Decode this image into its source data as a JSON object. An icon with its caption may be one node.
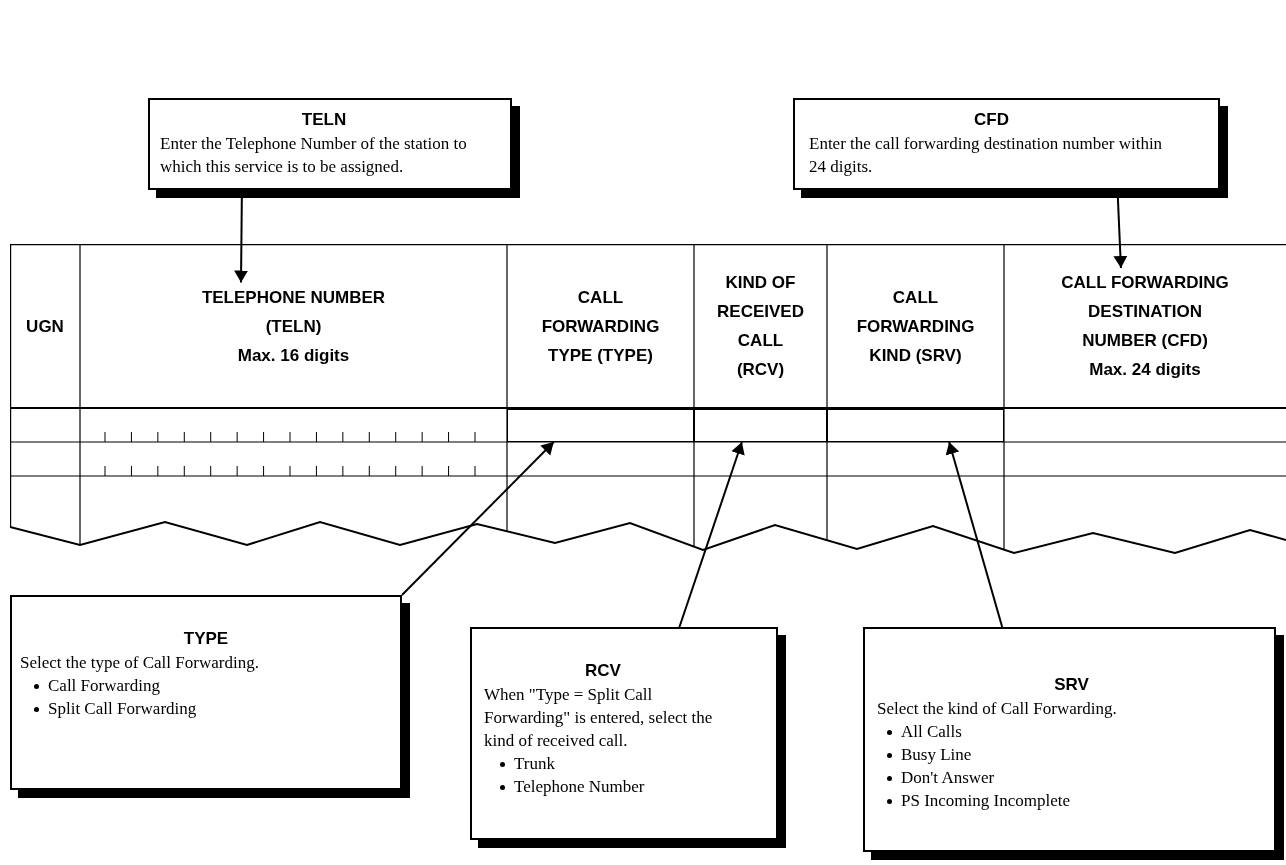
{
  "diagram": {
    "nodes": [
      {
        "text": [
          "TELN",
          "Enter the Telephone Number of the station to which this service is to be assigned."
        ]
      },
      {
        "text": [
          "CFD",
          "Enter the call forwarding destination number within 24 digits."
        ]
      },
      {
        "text": [],
        "shape": "box"
      },
      {
        "text": [
          "UGN"
        ],
        "in": 2
      },
      {
        "text": [
          "TELEPHONE NUMBER (TELN)",
          "Max. 16 digits"
        ],
        "in": 2
      },
      {
        "text": [
          "CALL FORWARDING TYPE (TYPE)"
        ],
        "in": 2
      },
      {
        "text": [
          "KIND OF RECEIVED CALL (RCV)"
        ],
        "in": 2
      },
      {
        "text": [
          "CALL FORWARDING KIND (SRV)"
        ],
        "in": 2
      },
      {
        "text": [
          "CALL FORWARDING DESTINATION NUMBER (CFD)",
          "Max. 24 digits"
        ],
        "in": 2
      },
      {
        "text": [],
        "shape": "box",
        "in": 2
      },
      {
        "text": [],
        "shape": "box",
        "in": 2
      },
      {
        "text": [],
        "shape": "box",
        "in": 2
      },
      {
        "text": [
          "TYPE",
          "Select the type of Call Forwarding.",
          "Call Forwarding",
          "Split Call Forwarding"
        ]
      },
      {
        "text": [
          "RCV",
          "When \"Type = Split Call Forwarding\" is entered, select the kind of received call.",
          "Trunk",
          "Telephone Number"
        ]
      },
      {
        "text": [
          "SRV",
          "Select the kind of Call Forwarding.",
          "All Calls",
          "Busy Line",
          "Don't Answer",
          "PS Incoming Incomplete"
        ]
      }
    ],
    "edges": [
      {
        "from": 0,
        "to": 4,
        "arrow": "to"
      },
      {
        "from": 1,
        "to": 8,
        "arrow": "to"
      },
      {
        "from": 12,
        "to": 9,
        "arrow": "to"
      },
      {
        "from": 13,
        "to": 10,
        "arrow": "to"
      },
      {
        "from": 14,
        "to": 11,
        "arrow": "to"
      }
    ]
  }
}
